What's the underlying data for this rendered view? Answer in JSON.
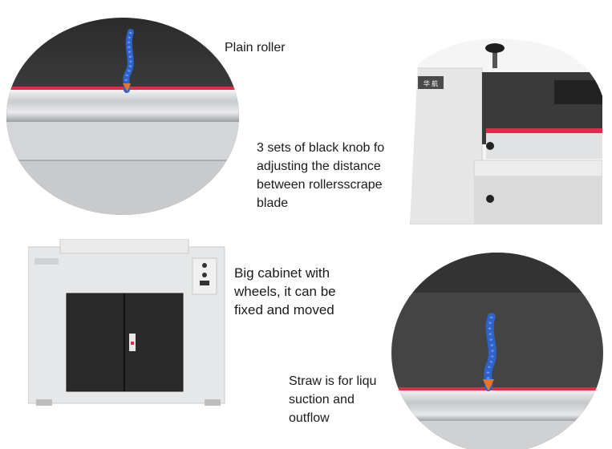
{
  "captions": {
    "plain_roller": {
      "lines": [
        "Plain roller"
      ]
    },
    "knob": {
      "lines": [
        "3 sets of black knob fo",
        "adjusting the distance",
        "between rollersscrape",
        "blade"
      ]
    },
    "cabinet": {
      "lines": [
        "Big cabinet with",
        "wheels, it can be",
        "fixed and moved"
      ]
    },
    "straw": {
      "lines": [
        "Straw is for liqu",
        "suction and",
        "outflow"
      ]
    }
  },
  "badges": {
    "machine_logo": "华 航"
  },
  "colors": {
    "roller_stripe": "#d9304a",
    "nozzle_blue": "#2f63c9",
    "nozzle_tip": "#e8742a",
    "cabinet_door": "#2a2a2a",
    "panel_grey": "#b9bcc0"
  },
  "icons": [
    "coolant-nozzle-icon",
    "knob-icon",
    "handle-icon",
    "wheel-icon"
  ]
}
